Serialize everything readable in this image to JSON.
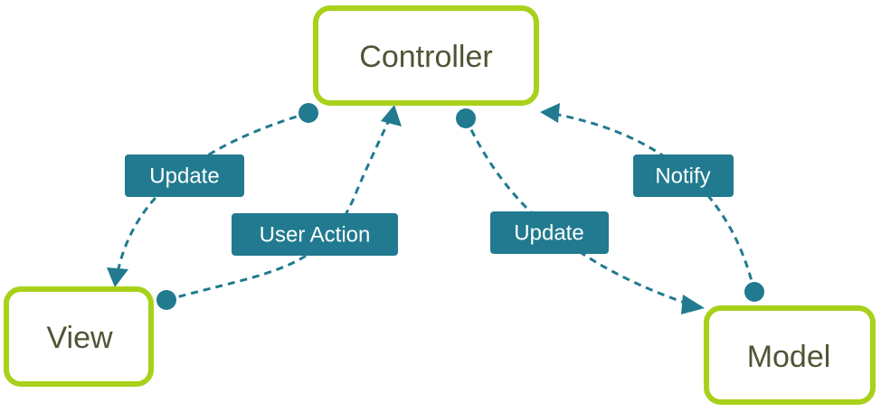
{
  "nodes": {
    "controller": "Controller",
    "view": "View",
    "model": "Model"
  },
  "edges": {
    "controller_to_view": "Update",
    "view_to_controller": "User Action",
    "controller_to_model": "Update",
    "model_to_controller": "Notify"
  },
  "colors": {
    "node_border": "#a8d11a",
    "node_text": "#4f5535",
    "edge": "#217a8f",
    "tag_text": "#ffffff"
  }
}
